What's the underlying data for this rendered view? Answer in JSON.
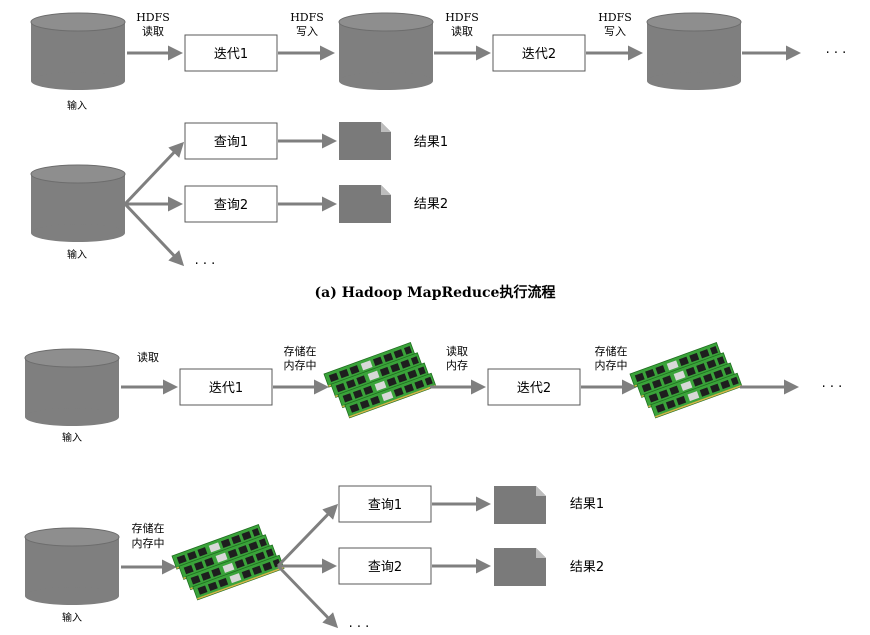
{
  "caption_a": "(a) Hadoop MapReduce执行流程",
  "labels": {
    "input": "输入",
    "hdfs": "HDFS",
    "read": "读取",
    "write": "写入",
    "store_line1": "存储在",
    "store_line2": "内存中",
    "read_line1": "读取",
    "read_line2": "内存",
    "iter1": "迭代1",
    "iter2": "迭代2",
    "query1": "查询1",
    "query2": "查询2",
    "result1": "结果1",
    "result2": "结果2",
    "ellipsis": "· · ·"
  },
  "colors": {
    "cylinder": "#7f7f7f",
    "cylinder_top": "#8c8c8c",
    "arrow": "#7f7f7f",
    "box_border": "#595959",
    "doc": "#7a7a7a",
    "pcb": "#3aa33a",
    "chip": "#1e1e1e"
  },
  "icons": [
    "cylinder-icon",
    "document-icon",
    "ram-module-icon"
  ]
}
